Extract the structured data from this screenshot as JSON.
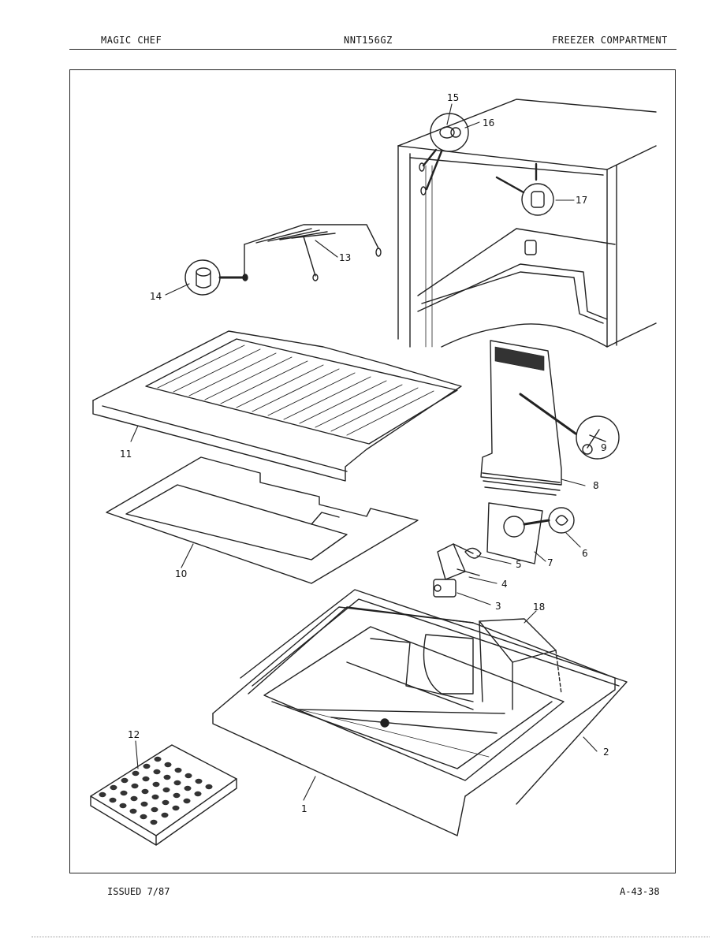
{
  "header": {
    "brand": "MAGIC CHEF",
    "model": "NNT156GZ",
    "section": "FREEZER COMPARTMENT"
  },
  "footer": {
    "issued": "ISSUED 7/87",
    "page_code": "A-43-38"
  },
  "callouts": [
    "1",
    "2",
    "3",
    "4",
    "5",
    "6",
    "7",
    "8",
    "9",
    "10",
    "11",
    "12",
    "13",
    "14",
    "15",
    "16",
    "17",
    "18"
  ]
}
